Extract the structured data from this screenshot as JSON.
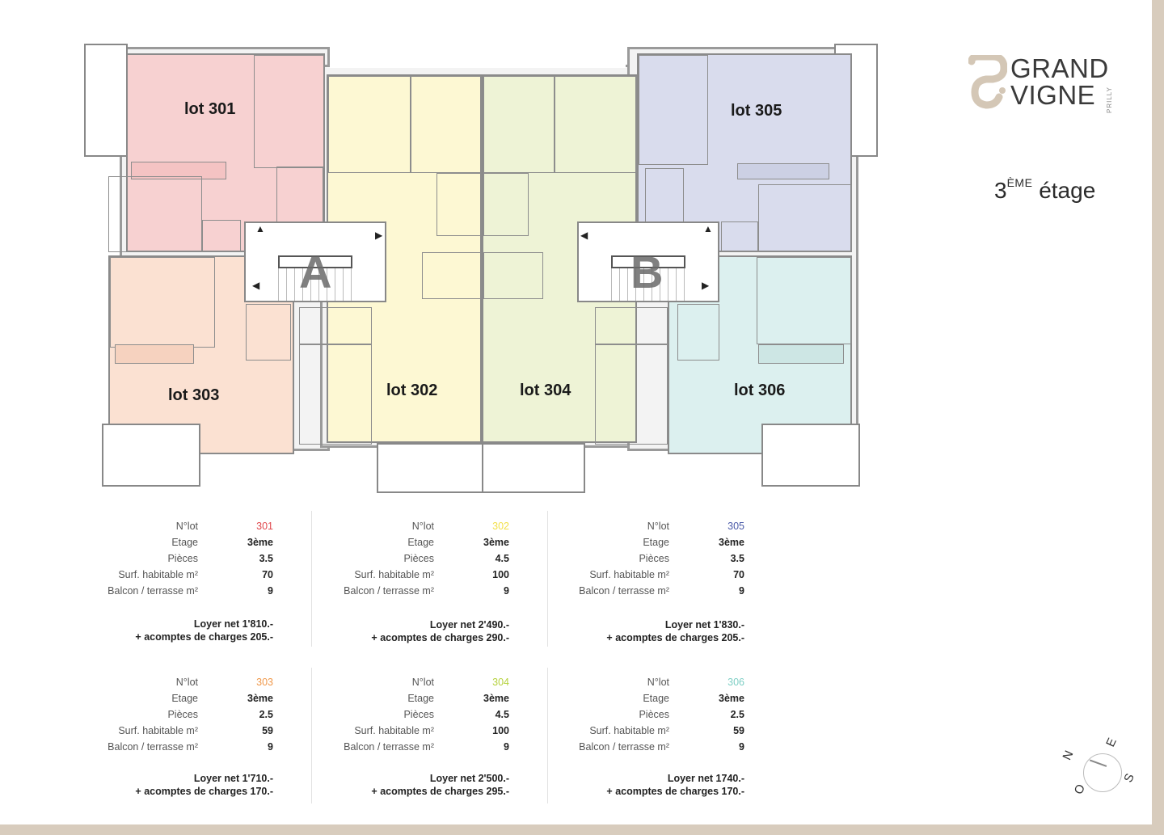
{
  "brand": {
    "line1": "GRAND",
    "line2": "VIGNE",
    "sub": "PRILLY",
    "color": "#d4c7b6"
  },
  "floor": {
    "number": "3",
    "suffix": "ÈME",
    "label": "étage"
  },
  "plan": {
    "cores": [
      {
        "letter": "A"
      },
      {
        "letter": "B"
      }
    ],
    "lots": [
      {
        "label": "lot 301",
        "color": "#f7d1d1"
      },
      {
        "label": "lot 302",
        "color": "#fdf8d3"
      },
      {
        "label": "lot 303",
        "color": "#fbe1d2"
      },
      {
        "label": "lot 304",
        "color": "#eef3d6"
      },
      {
        "label": "lot 305",
        "color": "#d9dced"
      },
      {
        "label": "lot 306",
        "color": "#dcf0ef"
      }
    ]
  },
  "labels": {
    "lot": "N°lot",
    "etage": "Etage",
    "pieces": "Pièces",
    "surface": "Surf. habitable m²",
    "balcon": "Balcon / terrasse m²"
  },
  "cards": [
    {
      "lot": "301",
      "color": "#e0474c",
      "etage": "3ème",
      "pieces": "3.5",
      "surface": "70",
      "balcon": "9",
      "loyer": "Loyer net 1'810.-",
      "charges": "+ acomptes de charges 205.-"
    },
    {
      "lot": "302",
      "color": "#f3e04a",
      "etage": "3ème",
      "pieces": "4.5",
      "surface": "100",
      "balcon": "9",
      "loyer": "Loyer net 2'490.-",
      "charges": "+ acomptes de charges 290.-"
    },
    {
      "lot": "305",
      "color": "#4a5aa8",
      "etage": "3ème",
      "pieces": "3.5",
      "surface": "70",
      "balcon": "9",
      "loyer": "Loyer net 1'830.-",
      "charges": "+ acomptes de charges 205.-"
    },
    {
      "lot": "303",
      "color": "#f0984a",
      "etage": "3ème",
      "pieces": "2.5",
      "surface": "59",
      "balcon": "9",
      "loyer": "Loyer net 1'710.-",
      "charges": "+ acomptes de charges 170.-"
    },
    {
      "lot": "304",
      "color": "#b6d23e",
      "etage": "3ème",
      "pieces": "4.5",
      "surface": "100",
      "balcon": "9",
      "loyer": "Loyer net 2'500.-",
      "charges": "+ acomptes de charges 295.-"
    },
    {
      "lot": "306",
      "color": "#7fcfc5",
      "etage": "3ème",
      "pieces": "2.5",
      "surface": "59",
      "balcon": "9",
      "loyer": "Loyer net 1740.-",
      "charges": "+ acomptes de charges 170.-"
    }
  ],
  "compass": {
    "n": "N",
    "e": "E",
    "s": "S",
    "o": "O"
  }
}
